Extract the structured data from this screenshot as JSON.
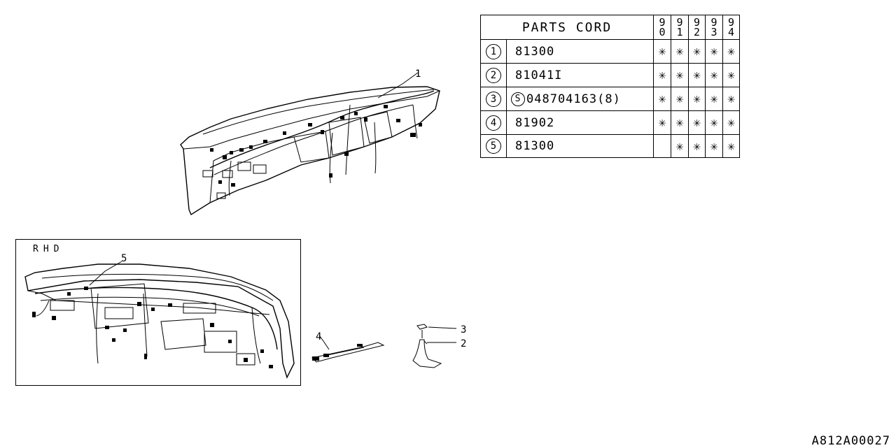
{
  "table": {
    "header_title": "PARTS CORD",
    "years": [
      {
        "top": "9",
        "bottom": "0"
      },
      {
        "top": "9",
        "bottom": "1"
      },
      {
        "top": "9",
        "bottom": "2"
      },
      {
        "top": "9",
        "bottom": "3"
      },
      {
        "top": "9",
        "bottom": "4"
      }
    ],
    "rows": [
      {
        "num": "1",
        "code": "81300",
        "prefix": "",
        "marks": [
          "✳",
          "✳",
          "✳",
          "✳",
          "✳"
        ]
      },
      {
        "num": "2",
        "code": "81041I",
        "prefix": "",
        "marks": [
          "✳",
          "✳",
          "✳",
          "✳",
          "✳"
        ]
      },
      {
        "num": "3",
        "code": "048704163(8)",
        "prefix": "S",
        "marks": [
          "✳",
          "✳",
          "✳",
          "✳",
          "✳"
        ]
      },
      {
        "num": "4",
        "code": "81902",
        "prefix": "",
        "marks": [
          "✳",
          "✳",
          "✳",
          "✳",
          "✳"
        ]
      },
      {
        "num": "5",
        "code": "81300",
        "prefix": "",
        "marks": [
          "",
          "✳",
          "✳",
          "✳",
          "✳"
        ]
      }
    ]
  },
  "diagram": {
    "rhd_label": "RHD",
    "callouts": [
      "1",
      "2",
      "3",
      "4",
      "5"
    ]
  },
  "catalog_id": "A812A00027"
}
